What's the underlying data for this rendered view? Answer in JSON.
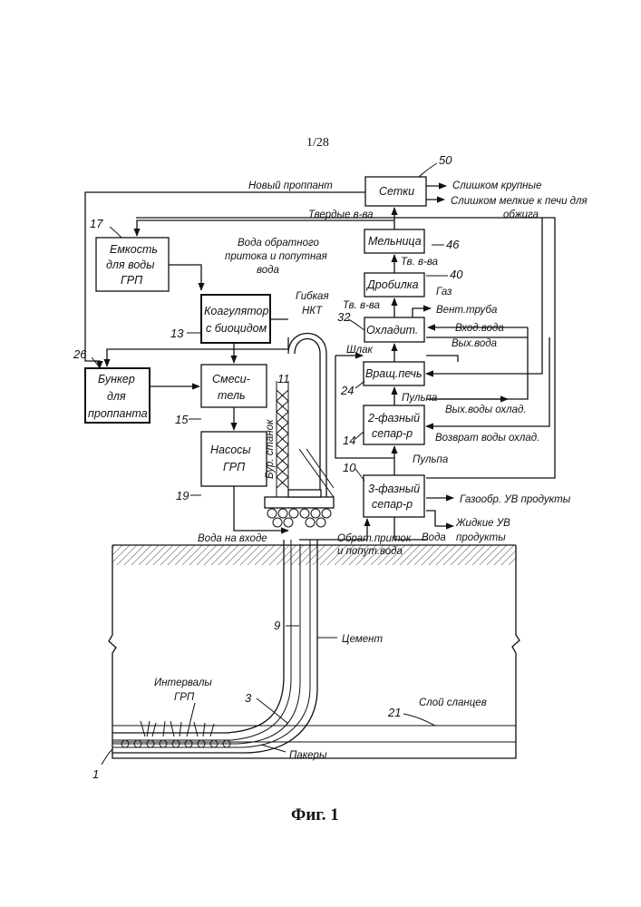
{
  "page_number": "1/28",
  "figure_caption": "Фиг. 1",
  "boxes": {
    "screens": "Сетки",
    "mill": "Мельница",
    "crusher": "Дробилка",
    "cooler": "Охладит.",
    "kiln": "Вращ.печь",
    "sep2_l1": "2-фазный",
    "sep2_l2": "сепар-р",
    "sep3_l1": "3-фазный",
    "sep3_l2": "сепар-р",
    "tank_l1": "Емкость",
    "tank_l2": "для воды",
    "tank_l3": "ГРП",
    "coag_l1": "Коагулятор",
    "coag_l2": "с биоцидом",
    "bunker_l1": "Бункер",
    "bunker_l2": "для",
    "bunker_l3": "проппанта",
    "mixer_l1": "Смеси-",
    "mixer_l2": "тель",
    "pumps_l1": "Насосы",
    "pumps_l2": "ГРП"
  },
  "labels": {
    "new_proppant": "Новый проппант",
    "too_coarse": "Слишком крупные",
    "too_fine_l1": "Слишком мелкие к печи для",
    "too_fine_l2": "обжига",
    "solids": "Твердые в-ва",
    "flowback_l1": "Вода обратного",
    "flowback_l2": "притока и попутная",
    "flowback_l3": "вода",
    "tv_va_1": "Тв. в-ва",
    "tv_va_2": "Тв. в-ва",
    "gas": "Газ",
    "coiled_l1": "Гибкая",
    "coiled_l2": "НКТ",
    "vent": "Вент.труба",
    "water_in": "Вход.вода",
    "water_out": "Вых.вода",
    "slag": "Шлак",
    "pulp_1": "Пульпа",
    "pulp_2": "Пульпа",
    "cool_out": "Вых.воды охлад.",
    "cool_return": "Возврат воды охлад.",
    "rig": "Бур. станок",
    "gas_products": "Газообр. УВ продукты",
    "liquid_l1": "Жидкие УВ",
    "liquid_l2": "продукты",
    "water": "Вода",
    "water_inlet": "Вода на входе",
    "flowback_in_l1": "Обрат.приток",
    "flowback_in_l2": "и попут.вода",
    "cement": "Цемент",
    "frac_l1": "Интервалы",
    "frac_l2": "ГРП",
    "shale": "Слой сланцев",
    "packers": "Пакеры"
  },
  "numbers": {
    "n50": "50",
    "n46": "46",
    "n40": "40",
    "n32": "32",
    "n24": "24",
    "n14": "14",
    "n10": "10",
    "n17": "17",
    "n13": "13",
    "n26": "26",
    "n15": "15",
    "n19": "19",
    "n11": "11",
    "n9": "9",
    "n3": "3",
    "n21": "21",
    "n1": "1"
  }
}
